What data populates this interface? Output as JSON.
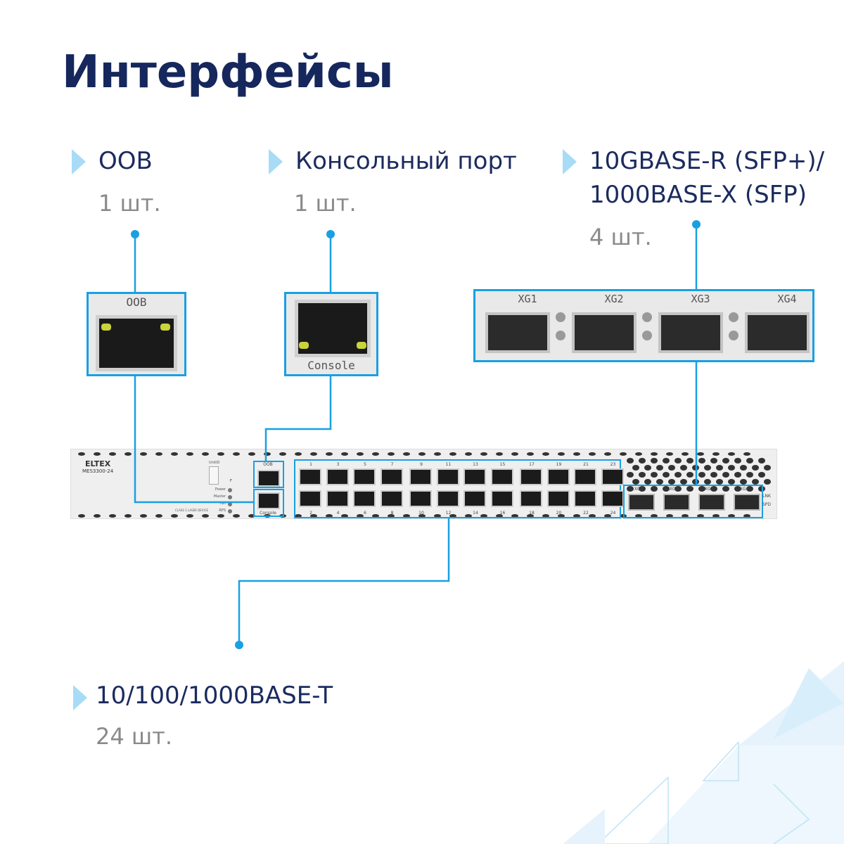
{
  "title": "Интерфейсы",
  "features": {
    "oob": {
      "label": "OOB",
      "count": "1 шт."
    },
    "console": {
      "label": "Консольный порт",
      "count": "1 шт."
    },
    "sfp": {
      "label_line1": "10GBASE-R (SFP+)/",
      "label_line2": "1000BASE-X (SFP)",
      "count": "4 шт."
    },
    "rj45": {
      "label": "10/100/1000BASE-T",
      "count": "24 шт."
    }
  },
  "closeups": {
    "oob_label": "OOB",
    "console_label": "Console",
    "sfp_labels": [
      "XG1",
      "XG2",
      "XG3",
      "XG4"
    ]
  },
  "switch": {
    "brand": "ELTEX",
    "model": "MES3300-24",
    "unit_id": "UnitID",
    "f_label": "F",
    "leds": [
      "Power",
      "Master",
      "Fan",
      "RPS"
    ],
    "laser": "CLASS 1 LASER DEVICE",
    "oob": "OOB",
    "console": "Console",
    "top_ports": [
      "1",
      "3",
      "5",
      "7",
      "9",
      "11",
      "13",
      "15",
      "17",
      "19",
      "21",
      "23"
    ],
    "bottom_ports": [
      "2",
      "4",
      "6",
      "8",
      "10",
      "12",
      "14",
      "16",
      "18",
      "20",
      "22",
      "24"
    ],
    "sfp": [
      "XG1",
      "XG2",
      "XG3",
      "XG4"
    ],
    "lnk": "LNK",
    "spd": "SPD"
  },
  "colors": {
    "accent": "#19a0e2",
    "title": "#15275c",
    "arrow": "#a8dcf6"
  }
}
